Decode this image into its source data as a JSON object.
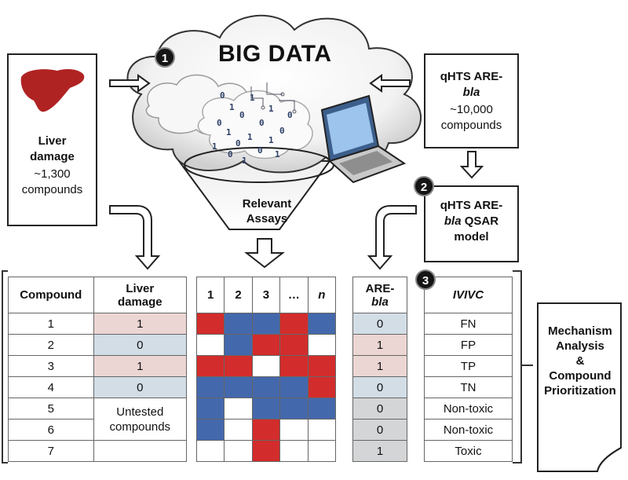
{
  "big_data": {
    "title": "BIG DATA",
    "funnel_label": "Relevant\nAssays"
  },
  "badges": {
    "one": "1",
    "two": "2",
    "three": "3"
  },
  "liver_box": {
    "line1": "Liver",
    "line2": "damage",
    "line3": "~1,300",
    "line4": "compounds"
  },
  "qhts_box": {
    "line1": "qHTS ARE-",
    "line2": "bla",
    "line3": "~10,000",
    "line4": "compounds"
  },
  "qsar_box": {
    "line1": "qHTS ARE-",
    "line2_italic": "bla",
    "line2_rest": " QSAR",
    "line3": "model"
  },
  "compound_table": {
    "col_compound": "Compound",
    "col_liver": "Liver\ndamage",
    "compounds": [
      "1",
      "2",
      "3",
      "4",
      "5",
      "6",
      "7"
    ],
    "liver_values": [
      "1",
      "0",
      "1",
      "0"
    ],
    "untested_label": "Untested\ncompounds"
  },
  "assay_table": {
    "headers": [
      "1",
      "2",
      "3",
      "…",
      "n"
    ],
    "matrix": [
      [
        "red",
        "blue",
        "blue",
        "red",
        "blue"
      ],
      [
        "white",
        "blue",
        "red",
        "red",
        "white"
      ],
      [
        "red",
        "red",
        "white",
        "red",
        "red"
      ],
      [
        "blue",
        "blue",
        "blue",
        "blue",
        "red"
      ],
      [
        "blue",
        "white",
        "blue",
        "blue",
        "blue"
      ],
      [
        "blue",
        "white",
        "red",
        "white",
        "white"
      ],
      [
        "white",
        "white",
        "red",
        "white",
        "white"
      ]
    ]
  },
  "are_table": {
    "header_line1": "ARE-",
    "header_line2": "bla",
    "values": [
      "0",
      "1",
      "1",
      "0",
      "0",
      "0",
      "1"
    ]
  },
  "ivivc_table": {
    "header": "IVIVC",
    "values": [
      "FN",
      "FP",
      "TP",
      "TN",
      "Non-toxic",
      "Non-toxic",
      "Toxic"
    ]
  },
  "mechanism_box": {
    "line1": "Mechanism",
    "line2": "Analysis",
    "line3": "&",
    "line4": "Compound",
    "line5": "Prioritization"
  },
  "colors": {
    "red": "#d32c2c",
    "blue": "#4468ac",
    "white": "#ffffff",
    "pink": "#ecd6d4",
    "lightblue": "#d2dde6",
    "gray": "#d4d5d6",
    "liver": "#b02323"
  }
}
